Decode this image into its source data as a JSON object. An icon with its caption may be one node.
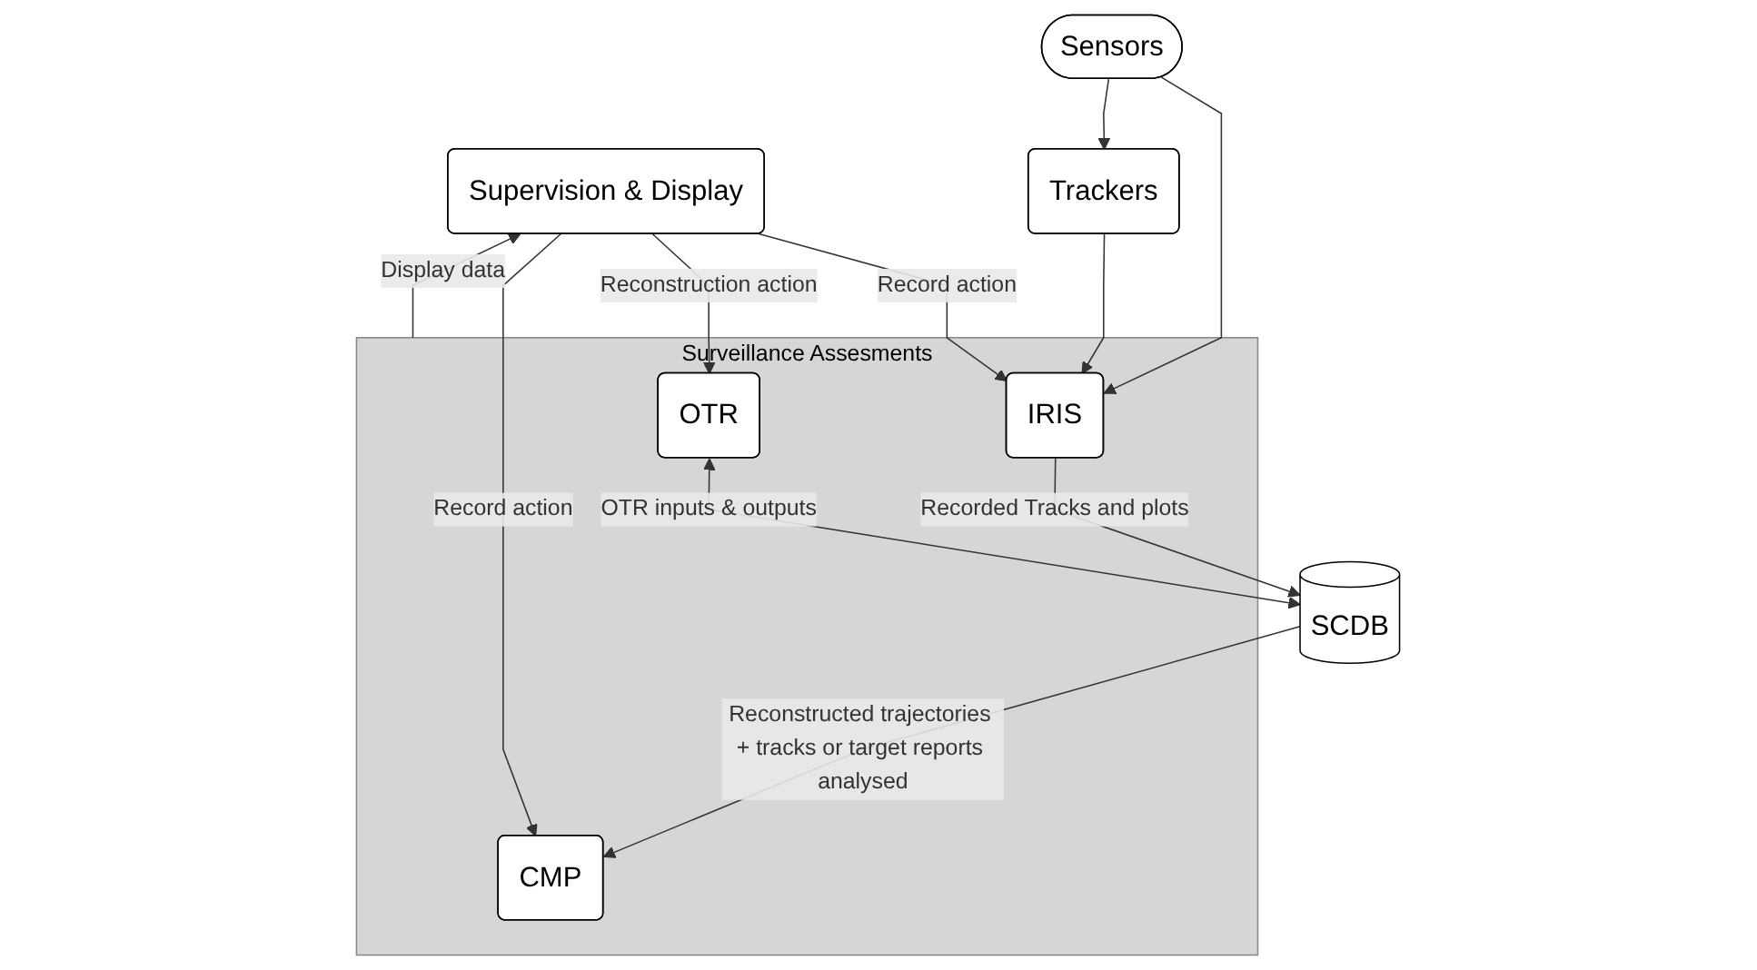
{
  "diagram": {
    "nodes": [
      {
        "text": [
          "Supervision & Display"
        ]
      },
      {
        "text": [
          "Trackers"
        ]
      },
      {
        "text": [
          "Surveillance Assesments"
        ]
      },
      {
        "text": [
          "IRIS"
        ],
        "in": 2
      },
      {
        "text": [
          "OTR"
        ],
        "in": 2
      },
      {
        "text": [
          "CMP"
        ],
        "in": 2
      },
      {
        "text": [
          "Sensors"
        ]
      },
      {
        "text": [
          "SCDB"
        ]
      }
    ],
    "edges": [
      {
        "from": 0,
        "to": 3,
        "arrow": "to",
        "label": "Record action"
      },
      {
        "from": 0,
        "to": 4,
        "arrow": "to",
        "label": "Reconstruction action"
      },
      {
        "from": 0,
        "to": 5,
        "arrow": "to",
        "label": "Record action"
      },
      {
        "from": 2,
        "to": 0,
        "arrow": "to",
        "label": "Display data"
      },
      {
        "from": 1,
        "to": 3,
        "arrow": "to"
      },
      {
        "from": 6,
        "to": 3,
        "arrow": "to"
      },
      {
        "from": 6,
        "to": 1,
        "arrow": "to"
      },
      {
        "from": 3,
        "to": 7,
        "arrow": "to",
        "label": "Recorded Tracks and plots"
      },
      {
        "from": 4,
        "to": 7,
        "arrow": "both",
        "label": "OTR inputs & outputs"
      },
      {
        "from": 7,
        "to": 5,
        "arrow": "to",
        "label": "Reconstructed trajectories + tracks or target reports analysed"
      }
    ]
  }
}
